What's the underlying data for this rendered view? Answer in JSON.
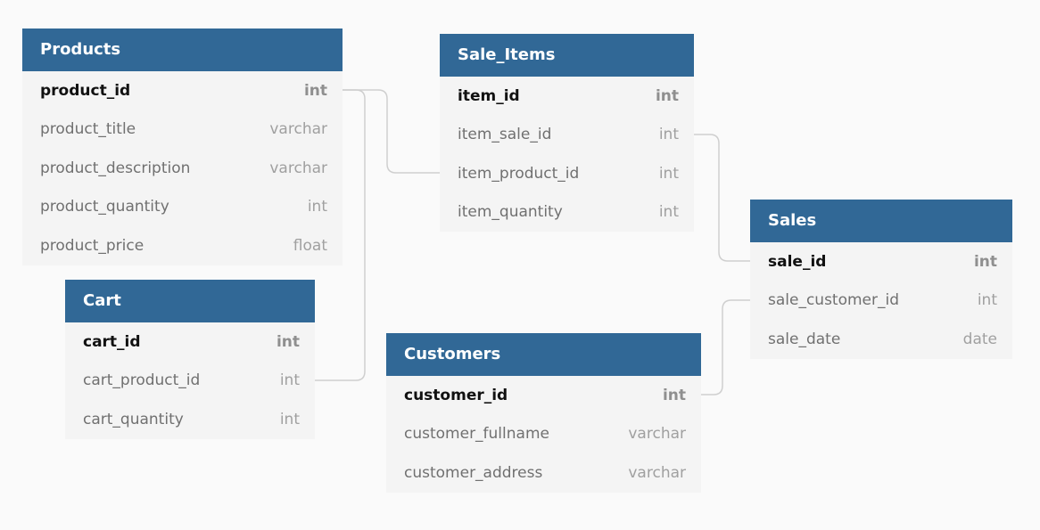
{
  "tables": {
    "products": {
      "title": "Products",
      "columns": [
        {
          "name": "product_id",
          "type": "int"
        },
        {
          "name": "product_title",
          "type": "varchar"
        },
        {
          "name": "product_description",
          "type": "varchar"
        },
        {
          "name": "product_quantity",
          "type": "int"
        },
        {
          "name": "product_price",
          "type": "float"
        }
      ]
    },
    "sale_items": {
      "title": "Sale_Items",
      "columns": [
        {
          "name": "item_id",
          "type": "int"
        },
        {
          "name": "item_sale_id",
          "type": "int"
        },
        {
          "name": "item_product_id",
          "type": "int"
        },
        {
          "name": "item_quantity",
          "type": "int"
        }
      ]
    },
    "sales": {
      "title": "Sales",
      "columns": [
        {
          "name": "sale_id",
          "type": "int"
        },
        {
          "name": "sale_customer_id",
          "type": "int"
        },
        {
          "name": "sale_date",
          "type": "date"
        }
      ]
    },
    "cart": {
      "title": "Cart",
      "columns": [
        {
          "name": "cart_id",
          "type": "int"
        },
        {
          "name": "cart_product_id",
          "type": "int"
        },
        {
          "name": "cart_quantity",
          "type": "int"
        }
      ]
    },
    "customers": {
      "title": "Customers",
      "columns": [
        {
          "name": "customer_id",
          "type": "int"
        },
        {
          "name": "customer_fullname",
          "type": "varchar"
        },
        {
          "name": "customer_address",
          "type": "varchar"
        }
      ]
    }
  },
  "colors": {
    "header": "#316896",
    "table_body": "#f4f4f4",
    "background": "#fafafa",
    "connector": "#cfcfcf"
  }
}
